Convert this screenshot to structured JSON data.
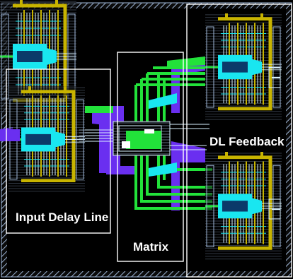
{
  "labels": {
    "input_delay_line": "Input Delay Line",
    "matrix": "Matrix",
    "dl_feedback": "DL Feedback"
  },
  "colors": {
    "background": "#000000",
    "outline": "#ffffff",
    "hatch": "#9fb7d8",
    "gold": "#c8b400",
    "cyan": "#19e6f0",
    "green": "#22e23a",
    "purple": "#6a2ff0",
    "lines": "#d9f2ff"
  }
}
